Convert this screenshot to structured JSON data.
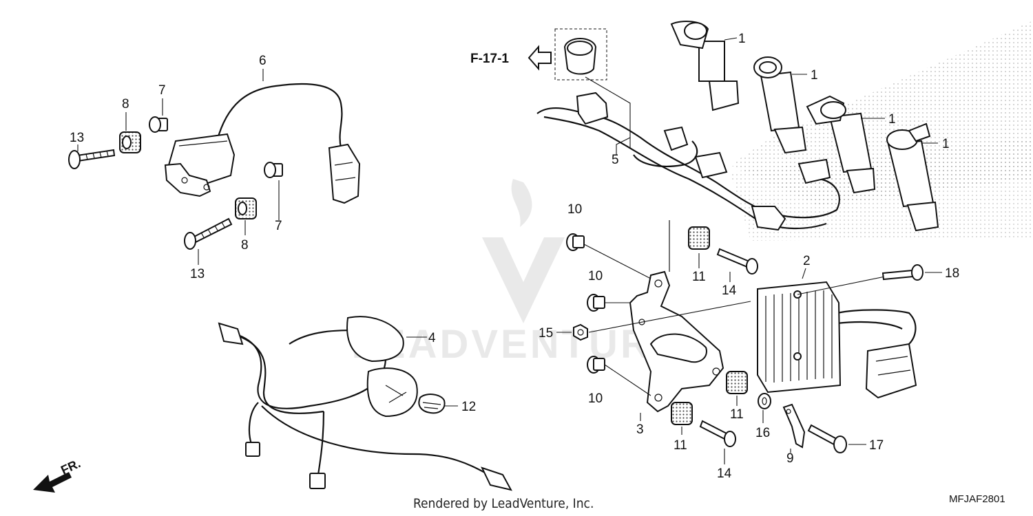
{
  "diagram": {
    "reference_label": "F-17-1",
    "front_label": "FR.",
    "footer": "Rendered by LeadVenture, Inc.",
    "diagram_code": "MFJAF2801",
    "watermark": "LEADVENTURE",
    "callouts": [
      "1",
      "1",
      "1",
      "1",
      "2",
      "3",
      "4",
      "5",
      "6",
      "7",
      "7",
      "8",
      "8",
      "9",
      "10",
      "10",
      "10",
      "11",
      "11",
      "11",
      "12",
      "13",
      "13",
      "14",
      "14",
      "15",
      "16",
      "17",
      "18"
    ]
  }
}
